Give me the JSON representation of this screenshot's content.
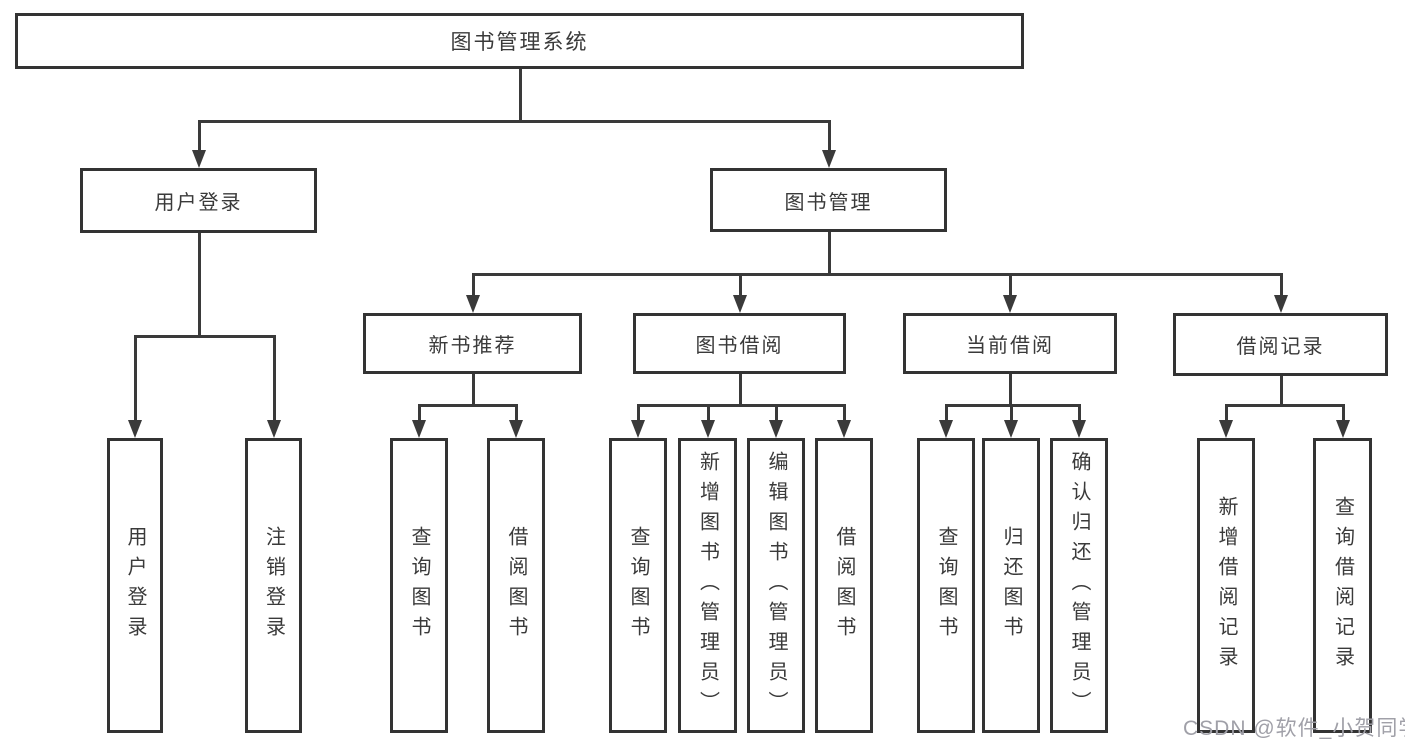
{
  "diagram": {
    "nodes": [
      {
        "id": "root",
        "label": "图书管理系统"
      },
      {
        "id": "user-login",
        "label": "用户登录"
      },
      {
        "id": "book-mgmt",
        "label": "图书管理"
      },
      {
        "id": "new-book-rec",
        "label": "新书推荐"
      },
      {
        "id": "book-borrow",
        "label": "图书借阅"
      },
      {
        "id": "current-borrow",
        "label": "当前借阅"
      },
      {
        "id": "borrow-records",
        "label": "借阅记录"
      },
      {
        "id": "leaf-user-login",
        "label": "用户登录"
      },
      {
        "id": "leaf-logout",
        "label": "注销登录"
      },
      {
        "id": "leaf-query-book-1",
        "label": "查询图书"
      },
      {
        "id": "leaf-borrow-book-1",
        "label": "借阅图书"
      },
      {
        "id": "leaf-query-book-2",
        "label": "查询图书"
      },
      {
        "id": "leaf-add-book",
        "label": "新增图书（管理员）"
      },
      {
        "id": "leaf-edit-book",
        "label": "编辑图书（管理员）"
      },
      {
        "id": "leaf-borrow-book-2",
        "label": "借阅图书"
      },
      {
        "id": "leaf-query-book-3",
        "label": "查询图书"
      },
      {
        "id": "leaf-return-book",
        "label": "归还图书"
      },
      {
        "id": "leaf-confirm-return",
        "label": "确认归还（管理员）"
      },
      {
        "id": "leaf-add-record",
        "label": "新增借阅记录"
      },
      {
        "id": "leaf-query-record",
        "label": "查询借阅记录"
      }
    ],
    "edges": [
      {
        "from": "root",
        "to": [
          "user-login",
          "book-mgmt"
        ]
      },
      {
        "from": "user-login",
        "to": [
          "leaf-user-login",
          "leaf-logout"
        ]
      },
      {
        "from": "book-mgmt",
        "to": [
          "new-book-rec",
          "book-borrow",
          "current-borrow",
          "borrow-records"
        ]
      },
      {
        "from": "new-book-rec",
        "to": [
          "leaf-query-book-1",
          "leaf-borrow-book-1"
        ]
      },
      {
        "from": "book-borrow",
        "to": [
          "leaf-query-book-2",
          "leaf-add-book",
          "leaf-edit-book",
          "leaf-borrow-book-2"
        ]
      },
      {
        "from": "current-borrow",
        "to": [
          "leaf-query-book-3",
          "leaf-return-book",
          "leaf-confirm-return"
        ]
      },
      {
        "from": "borrow-records",
        "to": [
          "leaf-add-record",
          "leaf-query-record"
        ]
      }
    ]
  },
  "watermark": {
    "text": "CSDN @软件_小贺同学"
  },
  "colors": {
    "border": "#333333",
    "line": "#3a3a3a",
    "text": "#3a3a3a",
    "watermark": "#a0a0a8",
    "background": "#ffffff"
  }
}
